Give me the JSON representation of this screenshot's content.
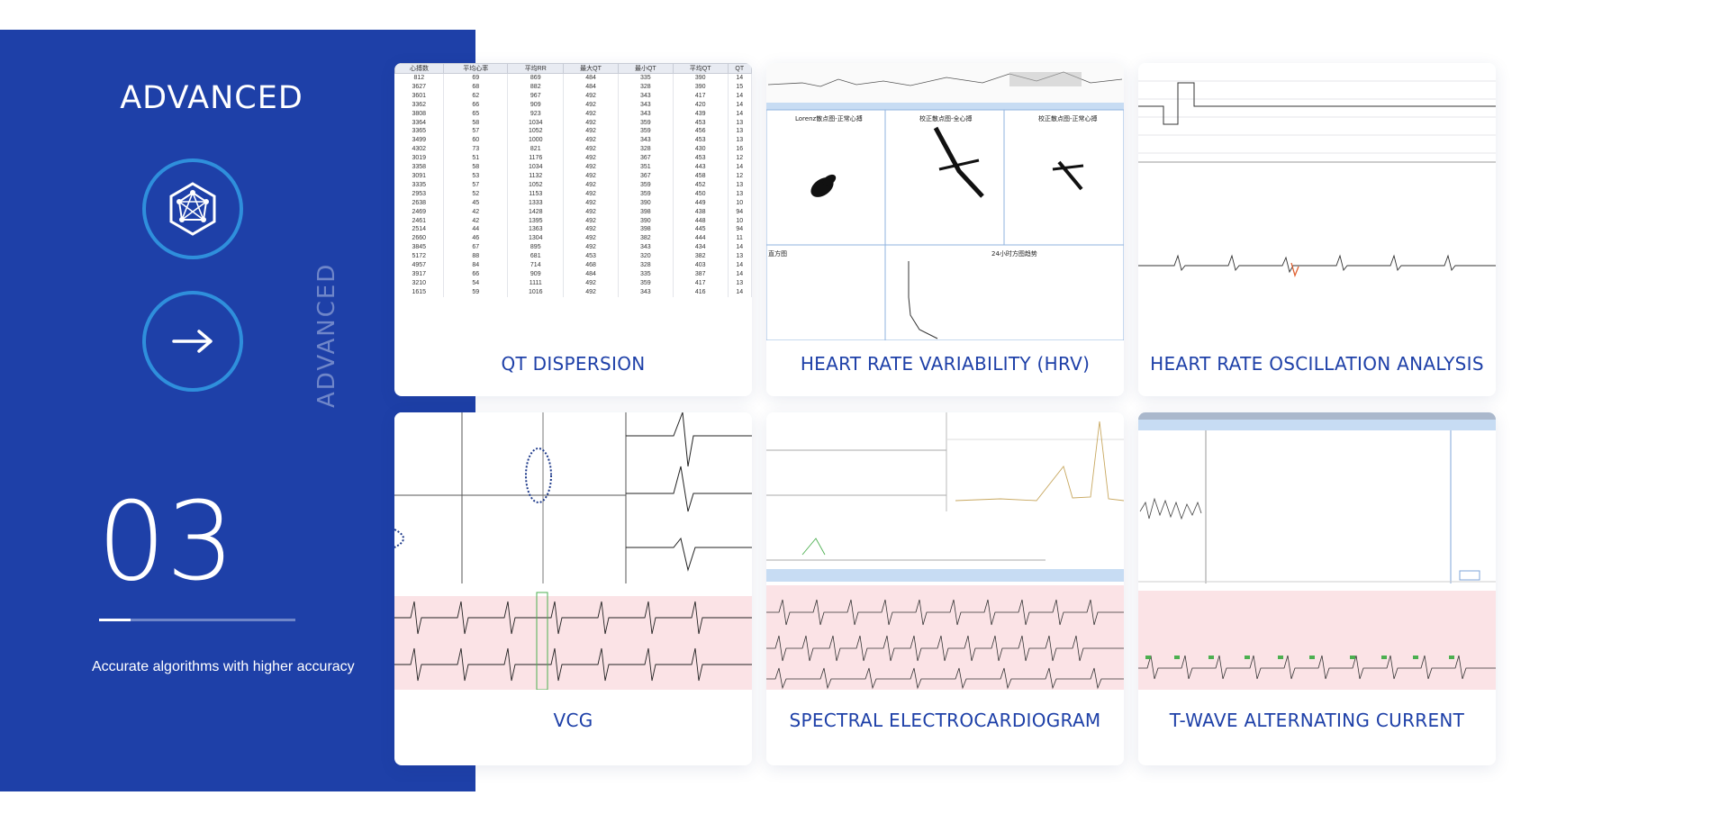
{
  "sidebar": {
    "title": "ADVANCED",
    "vertical_label": "ADVANCED",
    "number": "03",
    "progress_fraction": 0.16,
    "description": "Accurate algorithms with higher accuracy",
    "icons": [
      "network-hexagon-icon",
      "arrow-right-icon"
    ]
  },
  "cards": [
    {
      "label": "QT DISPERSION"
    },
    {
      "label": "HEART RATE VARIABILITY (HRV)"
    },
    {
      "label": "HEART RATE OSCILLATION ANALYSIS"
    },
    {
      "label": "VCG"
    },
    {
      "label": "SPECTRAL ELECTROCARDIOGRAM"
    },
    {
      "label": "T-WAVE ALTERNATING CURRENT"
    }
  ],
  "qt_table": {
    "headers": [
      "心搏数",
      "平均心率",
      "平均RR",
      "最大QT",
      "最小QT",
      "平均QT",
      "QT"
    ],
    "rows": [
      [
        "812",
        "69",
        "869",
        "484",
        "335",
        "390",
        "14"
      ],
      [
        "3627",
        "68",
        "882",
        "484",
        "328",
        "390",
        "15"
      ],
      [
        "3601",
        "62",
        "967",
        "492",
        "343",
        "417",
        "14"
      ],
      [
        "3362",
        "66",
        "909",
        "492",
        "343",
        "420",
        "14"
      ],
      [
        "3808",
        "65",
        "923",
        "492",
        "343",
        "439",
        "14"
      ],
      [
        "3364",
        "58",
        "1034",
        "492",
        "359",
        "453",
        "13"
      ],
      [
        "3365",
        "57",
        "1052",
        "492",
        "359",
        "456",
        "13"
      ],
      [
        "3499",
        "60",
        "1000",
        "492",
        "343",
        "453",
        "13"
      ],
      [
        "4302",
        "73",
        "821",
        "492",
        "328",
        "430",
        "16"
      ],
      [
        "3019",
        "51",
        "1176",
        "492",
        "367",
        "453",
        "12"
      ],
      [
        "3358",
        "58",
        "1034",
        "492",
        "351",
        "443",
        "14"
      ],
      [
        "3091",
        "53",
        "1132",
        "492",
        "367",
        "458",
        "12"
      ],
      [
        "3335",
        "57",
        "1052",
        "492",
        "359",
        "452",
        "13"
      ],
      [
        "2953",
        "52",
        "1153",
        "492",
        "359",
        "450",
        "13"
      ],
      [
        "2638",
        "45",
        "1333",
        "492",
        "390",
        "449",
        "10"
      ],
      [
        "2469",
        "42",
        "1428",
        "492",
        "398",
        "438",
        "94"
      ],
      [
        "2461",
        "42",
        "1395",
        "492",
        "390",
        "448",
        "10"
      ],
      [
        "2514",
        "44",
        "1363",
        "492",
        "398",
        "445",
        "94"
      ],
      [
        "2660",
        "46",
        "1304",
        "492",
        "382",
        "444",
        "11"
      ],
      [
        "3845",
        "67",
        "895",
        "492",
        "343",
        "434",
        "14"
      ],
      [
        "5172",
        "88",
        "681",
        "453",
        "320",
        "382",
        "13"
      ],
      [
        "4957",
        "84",
        "714",
        "468",
        "328",
        "403",
        "14"
      ],
      [
        "3917",
        "66",
        "909",
        "484",
        "335",
        "387",
        "14"
      ],
      [
        "3210",
        "54",
        "1111",
        "492",
        "359",
        "417",
        "13"
      ],
      [
        "1615",
        "59",
        "1016",
        "492",
        "343",
        "416",
        "14"
      ]
    ]
  },
  "hrv": {
    "panel_titles": [
      "Lorenz散点图-正常心搏",
      "校正散点图-全心搏",
      "校正散点图-正常心搏"
    ],
    "bottom_left_title": "直方图",
    "bottom_right_title": "24小时方图趋势"
  },
  "colors": {
    "brand_blue": "#1e40a8",
    "ring_blue": "#2f8fdc",
    "ecg_grid_pink": "#fbe3e6"
  }
}
